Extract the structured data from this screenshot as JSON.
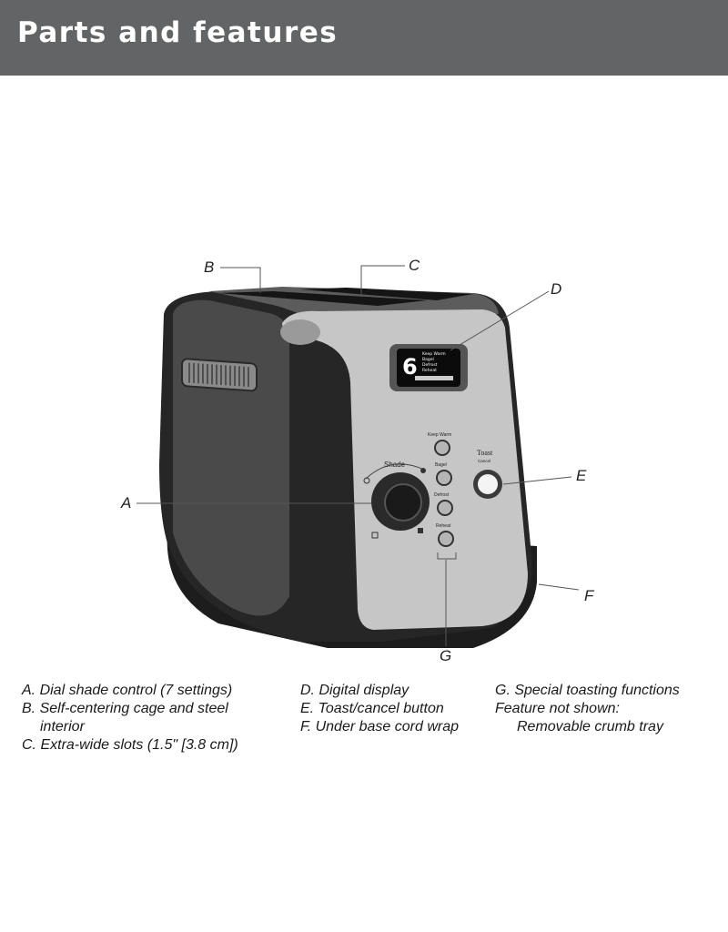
{
  "header": {
    "title": "Parts and features"
  },
  "diagram": {
    "callouts": {
      "A": "A",
      "B": "B",
      "C": "C",
      "D": "D",
      "E": "E",
      "F": "F",
      "G": "G"
    },
    "panel": {
      "shade_label": "Shade",
      "toast_label": "Toast",
      "toast_sub": "Cancel",
      "buttons": [
        "Keep Warm",
        "Bagel",
        "Defrost",
        "Reheat"
      ],
      "display_digit": "6",
      "display_lines": [
        "Keep Warm",
        "Bagel",
        "Defrost",
        "Reheat"
      ]
    }
  },
  "legend": {
    "col1": {
      "a": "A. Dial shade control (7 settings)",
      "b1": "B. Self-centering cage and steel",
      "b2": "interior",
      "c": "C. Extra-wide slots (1.5\" [3.8 cm])"
    },
    "col2": {
      "d": "D. Digital display",
      "e": "E. Toast/cancel button",
      "f": "F. Under base cord wrap"
    },
    "col3": {
      "g": "G. Special toasting functions",
      "feature_label": "Feature not shown:",
      "feature_value": "Removable crumb tray"
    }
  }
}
